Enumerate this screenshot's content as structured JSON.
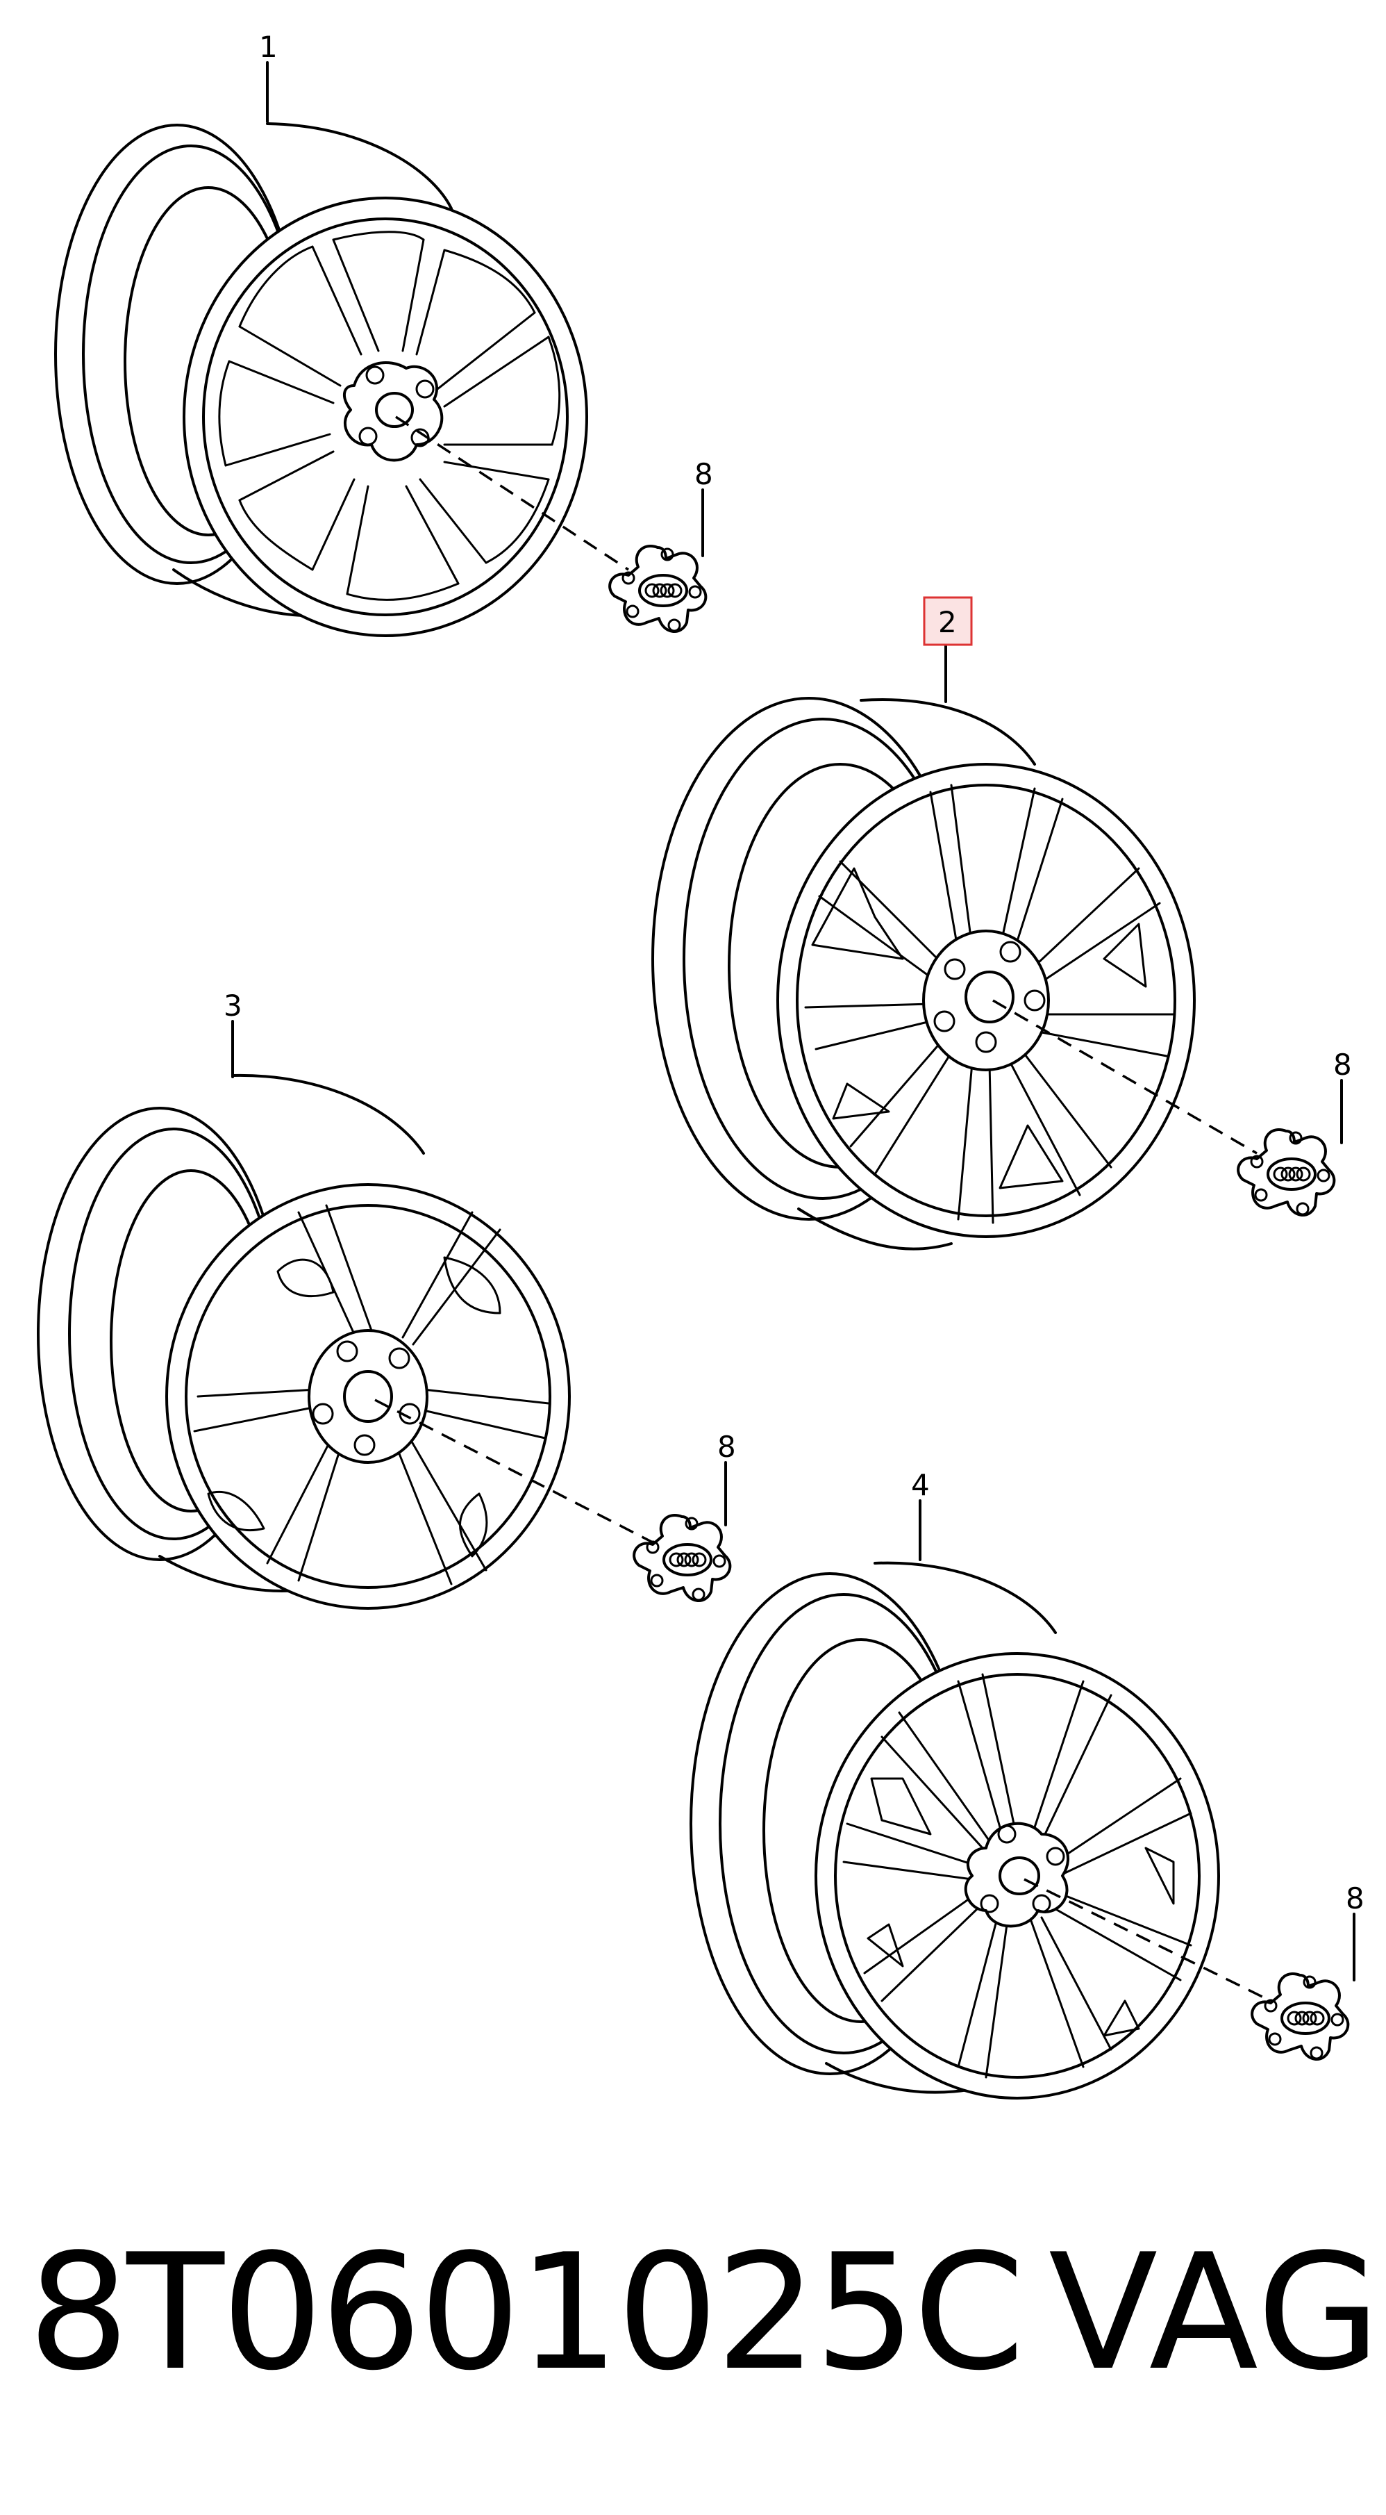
{
  "callouts": {
    "wheel_1": "1",
    "wheel_2": "2",
    "wheel_3": "3",
    "wheel_4": "4",
    "cap_a": "8",
    "cap_b": "8",
    "cap_c": "8",
    "cap_d": "8"
  },
  "highlighted_callout": "2",
  "footer": {
    "part_number": "8T0601025C",
    "brand": "VAG"
  },
  "colors": {
    "line": "#000000",
    "highlight_fill": "#fbe3e3",
    "highlight_border": "#dd3333"
  }
}
